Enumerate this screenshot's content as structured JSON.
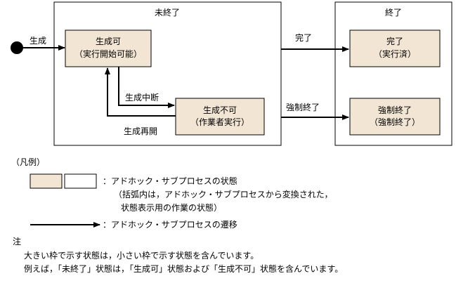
{
  "diagram": {
    "groups": {
      "unfinished": "未終了",
      "finished": "終了"
    },
    "states": {
      "generatable": {
        "line1": "生成可",
        "line2": "（実行開始可能）"
      },
      "not_generatable": {
        "line1": "生成不可",
        "line2": "（作業者実行）"
      },
      "completed": {
        "line1": "完了",
        "line2": "（実行済）"
      },
      "force_ended": {
        "line1": "強制終了",
        "line2": "（強制終了）"
      }
    },
    "transitions": {
      "generate": "生成",
      "suspend": "生成中断",
      "resume": "生成再開",
      "complete": "完了",
      "force_end": "強制終了"
    },
    "colors": {
      "state_fill": "#f2e5d3",
      "line": "#000000"
    }
  },
  "legend": {
    "title": "（凡例）",
    "state_desc": "：アドホック・サブプロセスの状態",
    "state_note_1": "（括弧内は，アドホック・サブプロセスから変換された，",
    "state_note_2": "状態表示用の作業の状態）",
    "transition_desc": "：アドホック・サブプロセスの遷移"
  },
  "note": {
    "heading": "注",
    "line1": "大きい枠で示す状態は，小さい枠で示す状態を含んでいます。",
    "line2": "例えば，「未終了」状態は，「生成可」状態および「生成不可」状態を含んでいます。"
  }
}
